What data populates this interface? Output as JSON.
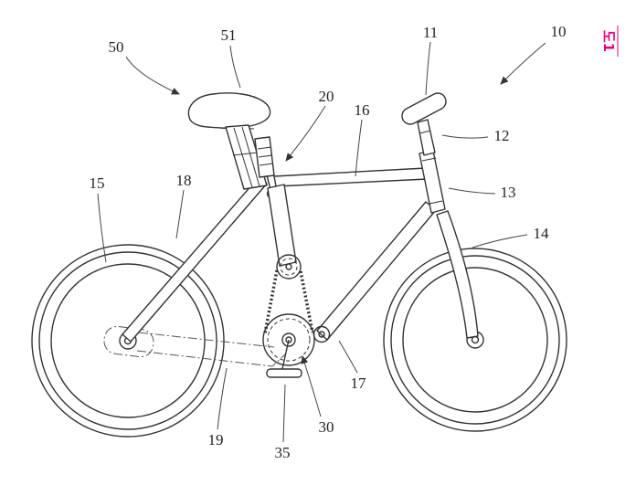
{
  "figure": {
    "label": "도1",
    "color": "#e5007d"
  },
  "drawing": {
    "line_color": "#333333",
    "background": "#ffffff",
    "subject": "bicycle patent drawing"
  },
  "callouts": {
    "n10": "10",
    "n11": "11",
    "n12": "12",
    "n13": "13",
    "n14": "14",
    "n15": "15",
    "n16": "16",
    "n17": "17",
    "n18": "18",
    "n19": "19",
    "n20": "20",
    "n30": "30",
    "n35": "35",
    "n50": "50",
    "n51": "51"
  }
}
